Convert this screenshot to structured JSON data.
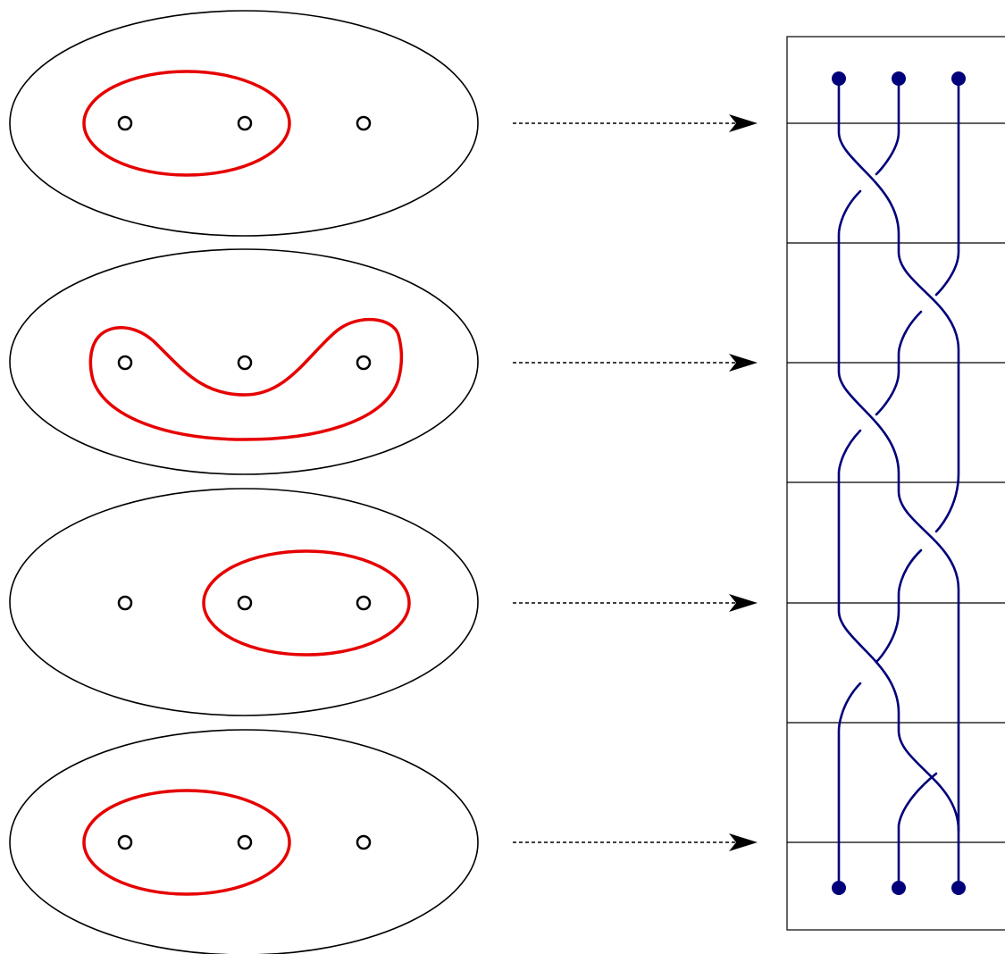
{
  "colors": {
    "background": "#ffffff",
    "outline": "#000000",
    "curve": "#e60000",
    "strand": "#00007a",
    "arrow": "#000000"
  },
  "disk_panels": [
    {
      "curve": "loop-around-points-1-2",
      "marked_points": 3
    },
    {
      "curve": "u-shaped-loop-around-points-1-and-3",
      "marked_points": 3
    },
    {
      "curve": "loop-around-points-2-3",
      "marked_points": 3
    },
    {
      "curve": "loop-around-points-1-2",
      "marked_points": 3
    }
  ],
  "braid": {
    "strands": 3,
    "crossing_sequence": [
      "1-2",
      "2-3",
      "1-2",
      "2-3",
      "1-2",
      "2-3"
    ],
    "endpoints": "filled-dots-top-and-bottom"
  },
  "arrows": {
    "count": 4,
    "style": "dashed"
  }
}
